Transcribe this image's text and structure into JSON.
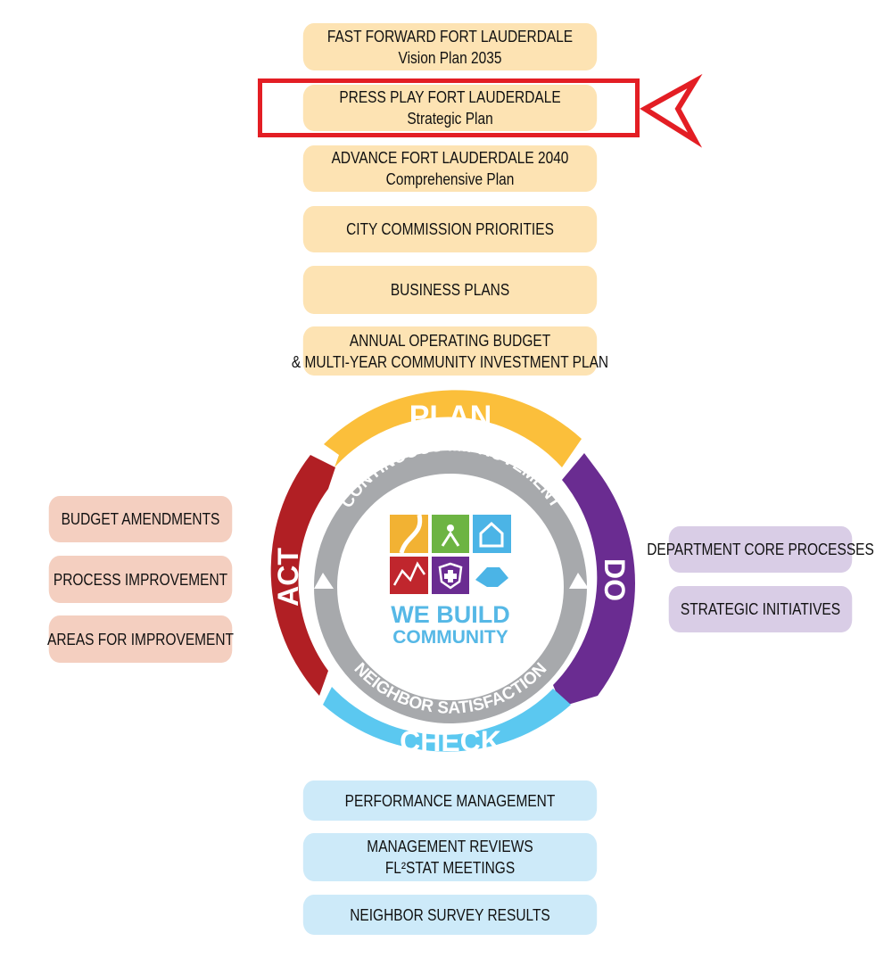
{
  "plan_boxes": [
    {
      "line1": "FAST FORWARD FORT LAUDERDALE",
      "line2": "Vision Plan 2035"
    },
    {
      "line1": "PRESS PLAY FORT LAUDERDALE",
      "line2": "Strategic Plan"
    },
    {
      "line1": "ADVANCE FORT LAUDERDALE 2040",
      "line2": "Comprehensive Plan"
    },
    {
      "line1": "CITY COMMISSION PRIORITIES"
    },
    {
      "line1": "BUSINESS PLANS"
    },
    {
      "line1": "ANNUAL OPERATING BUDGET",
      "line2": "& MULTI-YEAR COMMUNITY INVESTMENT PLAN"
    }
  ],
  "act_boxes": [
    "BUDGET AMENDMENTS",
    "PROCESS IMPROVEMENT",
    "AREAS FOR IMPROVEMENT"
  ],
  "do_boxes": [
    "DEPARTMENT CORE PROCESSES",
    "STRATEGIC INITIATIVES"
  ],
  "check_boxes": [
    {
      "line1": "PERFORMANCE MANAGEMENT"
    },
    {
      "line1": "MANAGEMENT REVIEWS",
      "line2": "FL²STAT MEETINGS"
    },
    {
      "line1": "NEIGHBOR SURVEY RESULTS"
    }
  ],
  "cycle": {
    "plan": "PLAN",
    "do": "DO",
    "check": "CHECK",
    "act": "ACT",
    "inner_top": "CONTINUOUS IMPROVEMENT",
    "inner_bottom": "NEIGHBOR SATISFACTION"
  },
  "logo": {
    "line1": "WE BUILD",
    "line2": "COMMUNITY"
  },
  "colors": {
    "plan": "#fbbf3b",
    "do": "#6a2c91",
    "check": "#5bc8f0",
    "act": "#b11f24",
    "inner_ring": "#a7a9ac",
    "highlight": "#e31e24",
    "logo_text": "#56b8e6"
  },
  "icons": [
    "road-icon",
    "recreation-icon",
    "house-icon",
    "chart-icon",
    "health-shield-icon",
    "handshake-icon",
    "arrow-pointer-icon"
  ]
}
